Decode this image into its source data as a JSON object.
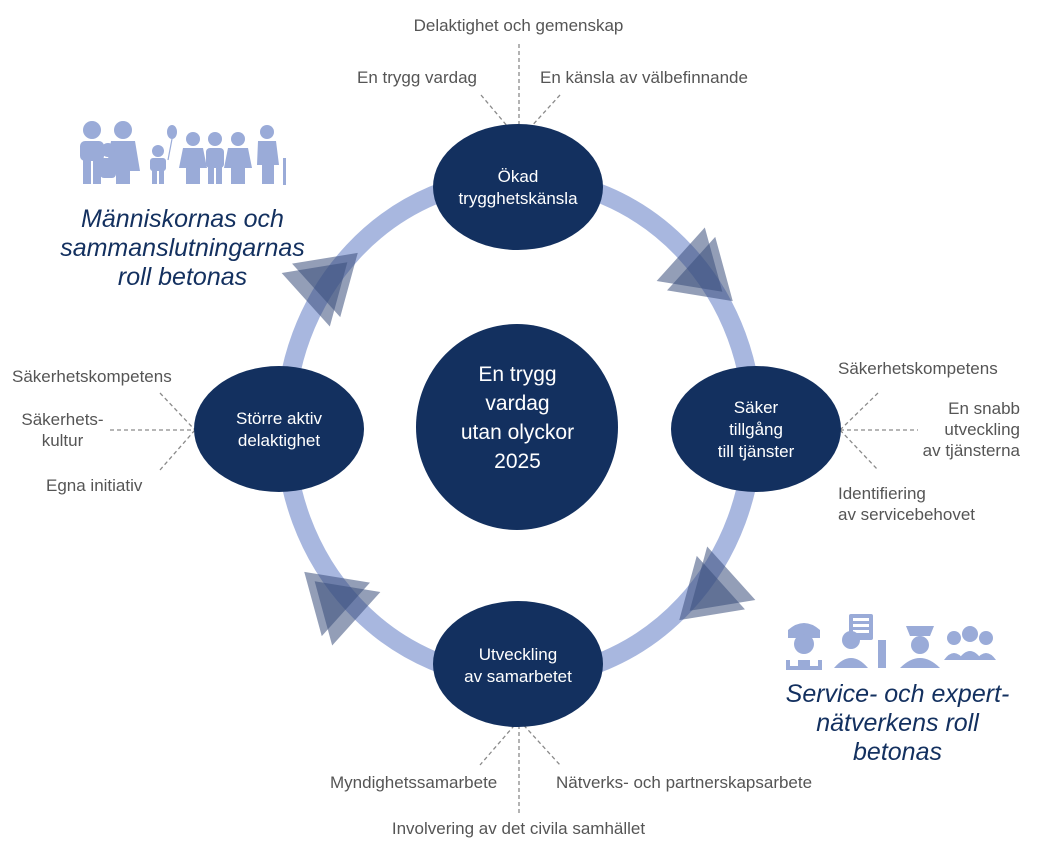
{
  "center": {
    "lines": [
      "En trygg",
      "vardag",
      "utan olyckor",
      "2025"
    ]
  },
  "nodes": {
    "top": {
      "lines": [
        "Ökad",
        "trygghetskänsla"
      ]
    },
    "right": {
      "lines": [
        "Säker",
        "tillgång",
        "till tjänster"
      ]
    },
    "bottom": {
      "lines": [
        "Utveckling",
        "av samarbetet"
      ]
    },
    "left": {
      "lines": [
        "Större aktiv",
        "delaktighet"
      ]
    }
  },
  "spokes": {
    "top": [
      "Delaktighet och gemenskap",
      "En trygg vardag",
      "En känsla av välbefinnande"
    ],
    "left": [
      "Säkerhetskompetens",
      "Säkerhets-\nkultur",
      "Egna initiativ"
    ],
    "right": [
      "Säkerhetskompetens",
      "En snabb\nutveckling\nav tjänsterna",
      "Identifiering\nav servicebehovet"
    ],
    "bottom": [
      "Myndighetssamarbete",
      "Nätverks- och partnerskapsarbete",
      "Involvering av det civila samhället"
    ]
  },
  "callouts": {
    "people": {
      "title": "Människornas och\nsammanslutningarnas\nroll betonas",
      "icon": "family-people-icon"
    },
    "services": {
      "title": "Service- och expert-\nnätverkens roll betonas",
      "icon": "service-workers-icon"
    }
  },
  "colors": {
    "navy": "#13305f",
    "ring": "#a8b7df",
    "arrow": "#3b4f7c",
    "icon": "#9aabd8",
    "text": "#555555"
  }
}
